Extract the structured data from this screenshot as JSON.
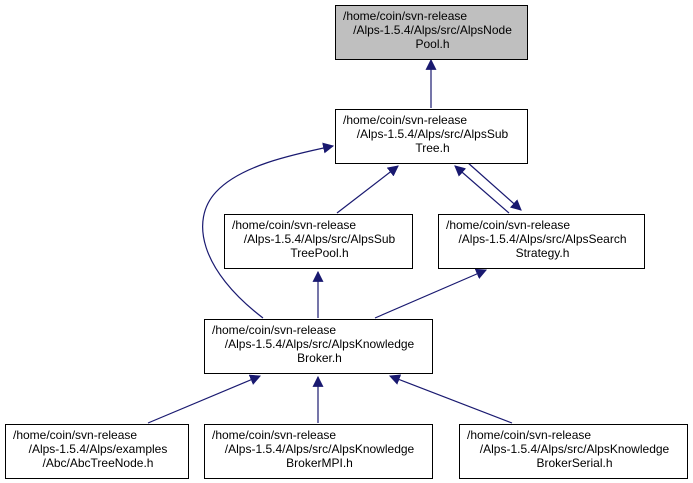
{
  "graph": {
    "edge_color": "#191970",
    "current_node_fill": "#bfbfbf",
    "nodes": {
      "nodepool": [
        "/home/coin/svn-release",
        "/Alps-1.5.4/Alps/src/AlpsNode",
        "Pool.h"
      ],
      "subtree": [
        "/home/coin/svn-release",
        "/Alps-1.5.4/Alps/src/AlpsSub",
        "Tree.h"
      ],
      "subtreepool": [
        "/home/coin/svn-release",
        "/Alps-1.5.4/Alps/src/AlpsSub",
        "TreePool.h"
      ],
      "searchstrategy": [
        "/home/coin/svn-release",
        "/Alps-1.5.4/Alps/src/AlpsSearch",
        "Strategy.h"
      ],
      "knowledgebroker": [
        "/home/coin/svn-release",
        "/Alps-1.5.4/Alps/src/AlpsKnowledge",
        "Broker.h"
      ],
      "abctreenode": [
        "/home/coin/svn-release",
        "/Alps-1.5.4/Alps/examples",
        "/Abc/AbcTreeNode.h"
      ],
      "brokermpi": [
        "/home/coin/svn-release",
        "/Alps-1.5.4/Alps/src/AlpsKnowledge",
        "BrokerMPI.h"
      ],
      "brokerserial": [
        "/home/coin/svn-release",
        "/Alps-1.5.4/Alps/src/AlpsKnowledge",
        "BrokerSerial.h"
      ]
    }
  }
}
